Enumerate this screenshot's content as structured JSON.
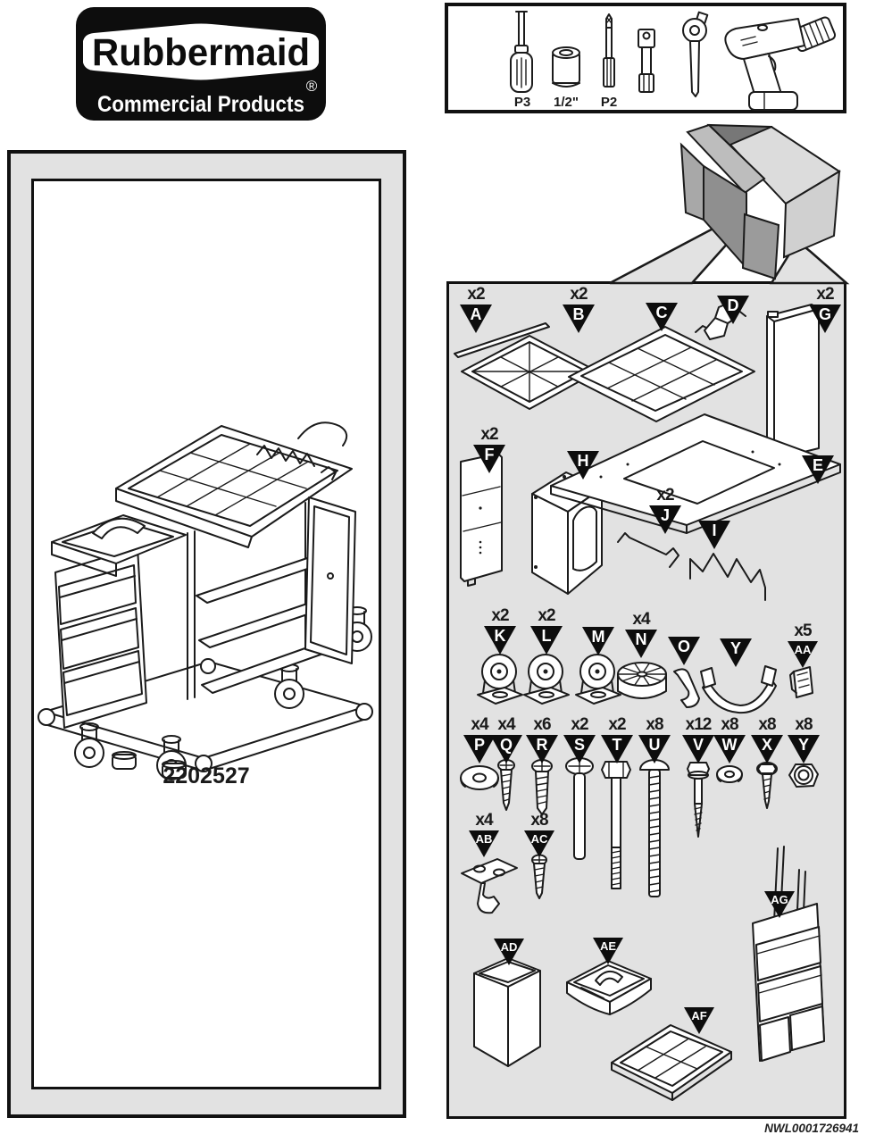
{
  "page": {
    "model_number": "2202527",
    "document_code": "NWL0001726941",
    "panel_gray": "#e2e2e2",
    "ink": "#1a1a1a"
  },
  "logo": {
    "brand": "Rubbermaid",
    "registered": "®",
    "subtitle": "Commercial Products"
  },
  "toolbox": {
    "labels": {
      "screwdriver": "P3",
      "socket": "1/2\"",
      "bit": "P2"
    }
  },
  "markers": {
    "A": {
      "label": "A",
      "qty": "x2"
    },
    "B": {
      "label": "B",
      "qty": "x2"
    },
    "C": {
      "label": "C",
      "qty": ""
    },
    "D": {
      "label": "D",
      "qty": ""
    },
    "G": {
      "label": "G",
      "qty": "x2"
    },
    "F": {
      "label": "F",
      "qty": "x2"
    },
    "H": {
      "label": "H",
      "qty": ""
    },
    "J": {
      "label": "J",
      "qty": "x2"
    },
    "I": {
      "label": "I",
      "qty": ""
    },
    "E": {
      "label": "E",
      "qty": ""
    },
    "K": {
      "label": "K",
      "qty": "x2"
    },
    "L": {
      "label": "L",
      "qty": "x2"
    },
    "M": {
      "label": "M",
      "qty": ""
    },
    "N": {
      "label": "N",
      "qty": "x4"
    },
    "O": {
      "label": "O",
      "qty": ""
    },
    "Y_STRAP": {
      "label": "Y",
      "qty": ""
    },
    "AA": {
      "label": "AA",
      "qty": "x5"
    },
    "P": {
      "label": "P",
      "qty": "x4"
    },
    "Q": {
      "label": "Q",
      "qty": "x4"
    },
    "R": {
      "label": "R",
      "qty": "x6"
    },
    "S": {
      "label": "S",
      "qty": "x2"
    },
    "T": {
      "label": "T",
      "qty": "x2"
    },
    "U": {
      "label": "U",
      "qty": "x8"
    },
    "V": {
      "label": "V",
      "qty": "x12"
    },
    "W": {
      "label": "W",
      "qty": "x8"
    },
    "X": {
      "label": "X",
      "qty": "x8"
    },
    "Y_NUT": {
      "label": "Y",
      "qty": "x8"
    },
    "AB": {
      "label": "AB",
      "qty": "x4"
    },
    "AC": {
      "label": "AC",
      "qty": "x8"
    },
    "AD": {
      "label": "AD",
      "qty": ""
    },
    "AE": {
      "label": "AE",
      "qty": ""
    },
    "AF": {
      "label": "AF",
      "qty": ""
    },
    "AG": {
      "label": "AG",
      "qty": ""
    }
  }
}
